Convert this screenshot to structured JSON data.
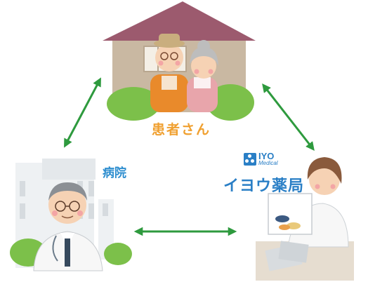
{
  "labels": {
    "patient": "患者さん",
    "hospital": "病院",
    "pharmacy_name": "イヨウ薬局",
    "logo_iyo": "IYO",
    "logo_medical": "Medical"
  },
  "colors": {
    "arrow": "#2e9a3e",
    "patient_label": "#f0a030",
    "hospital_label": "#2e8ecf",
    "pharmacy_label": "#2a7fc6",
    "roof": "#9c5a6e",
    "house_wall": "#c9b8a2",
    "bush": "#7cc04a"
  },
  "icons": [
    "house-illustration",
    "elderly-couple-illustration",
    "hospital-building-illustration",
    "doctor-illustration",
    "pharmacist-illustration",
    "bidirectional-arrow-icon"
  ]
}
